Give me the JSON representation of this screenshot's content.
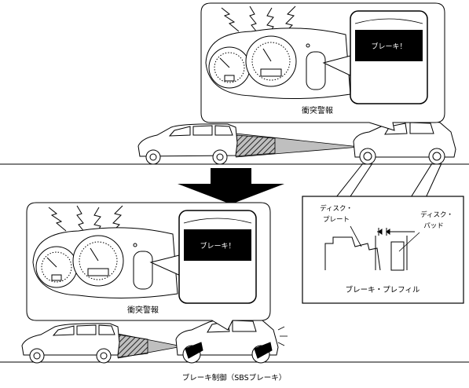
{
  "top_panel": {
    "display_text": "ブレーキ！",
    "warning_label": "衝突警報"
  },
  "bottom_panel": {
    "display_text": "ブレーキ！",
    "warning_label": "衝突警報"
  },
  "detail": {
    "rotor_label_line1": "ディスク・",
    "rotor_label_line2": "プレート",
    "pad_label_line1": "ディスク・",
    "pad_label_line2": "パッド",
    "caption": "ブレーキ・プレフィル"
  },
  "bottom_caption": "ブレーキ制御（SBSブレーキ）"
}
